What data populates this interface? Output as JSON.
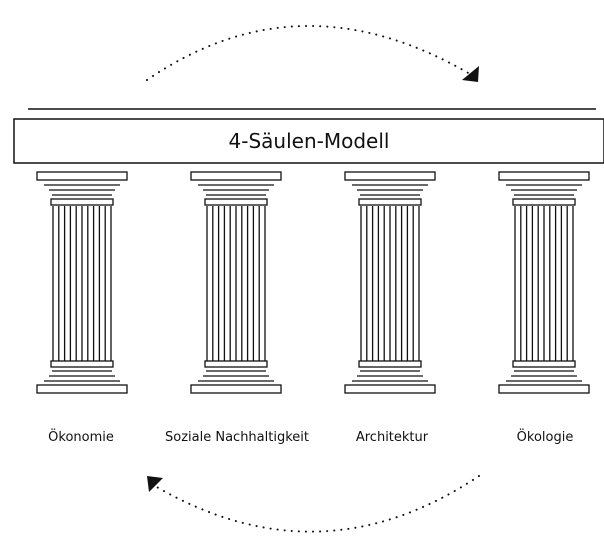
{
  "banner": {
    "title": "4-Säulen-Modell"
  },
  "pillars": [
    {
      "label": "Ökonomie"
    },
    {
      "label": "Soziale Nachhaltigkeit"
    },
    {
      "label": "Architektur"
    },
    {
      "label": "Ökologie"
    }
  ],
  "style": {
    "stroke_color": "#111111",
    "background": "#ffffff"
  }
}
